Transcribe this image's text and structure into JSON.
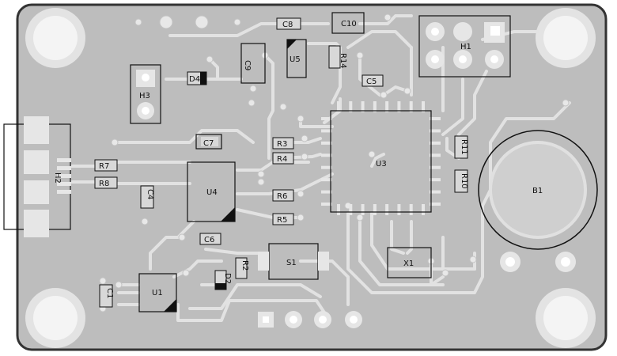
{
  "board": {
    "colors": {
      "board": "#bdbdbd",
      "copper": "#e2e2e2",
      "silk": "#111111",
      "hole": "#f2f2f2"
    }
  },
  "components": {
    "C8": "C8",
    "C10": "C10",
    "C9": "C9",
    "U5": "U5",
    "R14": "R14",
    "H1": "H1",
    "D4": "D4",
    "H3": "H3",
    "C5": "C5",
    "C7": "C7",
    "R3": "R3",
    "R4": "R4",
    "R11": "R11",
    "R10": "R10",
    "U3": "U3",
    "H2": "H2",
    "R7": "R7",
    "R8": "R8",
    "C4": "C4",
    "U4": "U4",
    "R6": "R6",
    "B1": "B1",
    "R5": "R5",
    "C6": "C6",
    "S1": "S1",
    "R2": "R2",
    "X1": "X1",
    "D2": "D2",
    "C1": "C1",
    "U1": "U1"
  }
}
